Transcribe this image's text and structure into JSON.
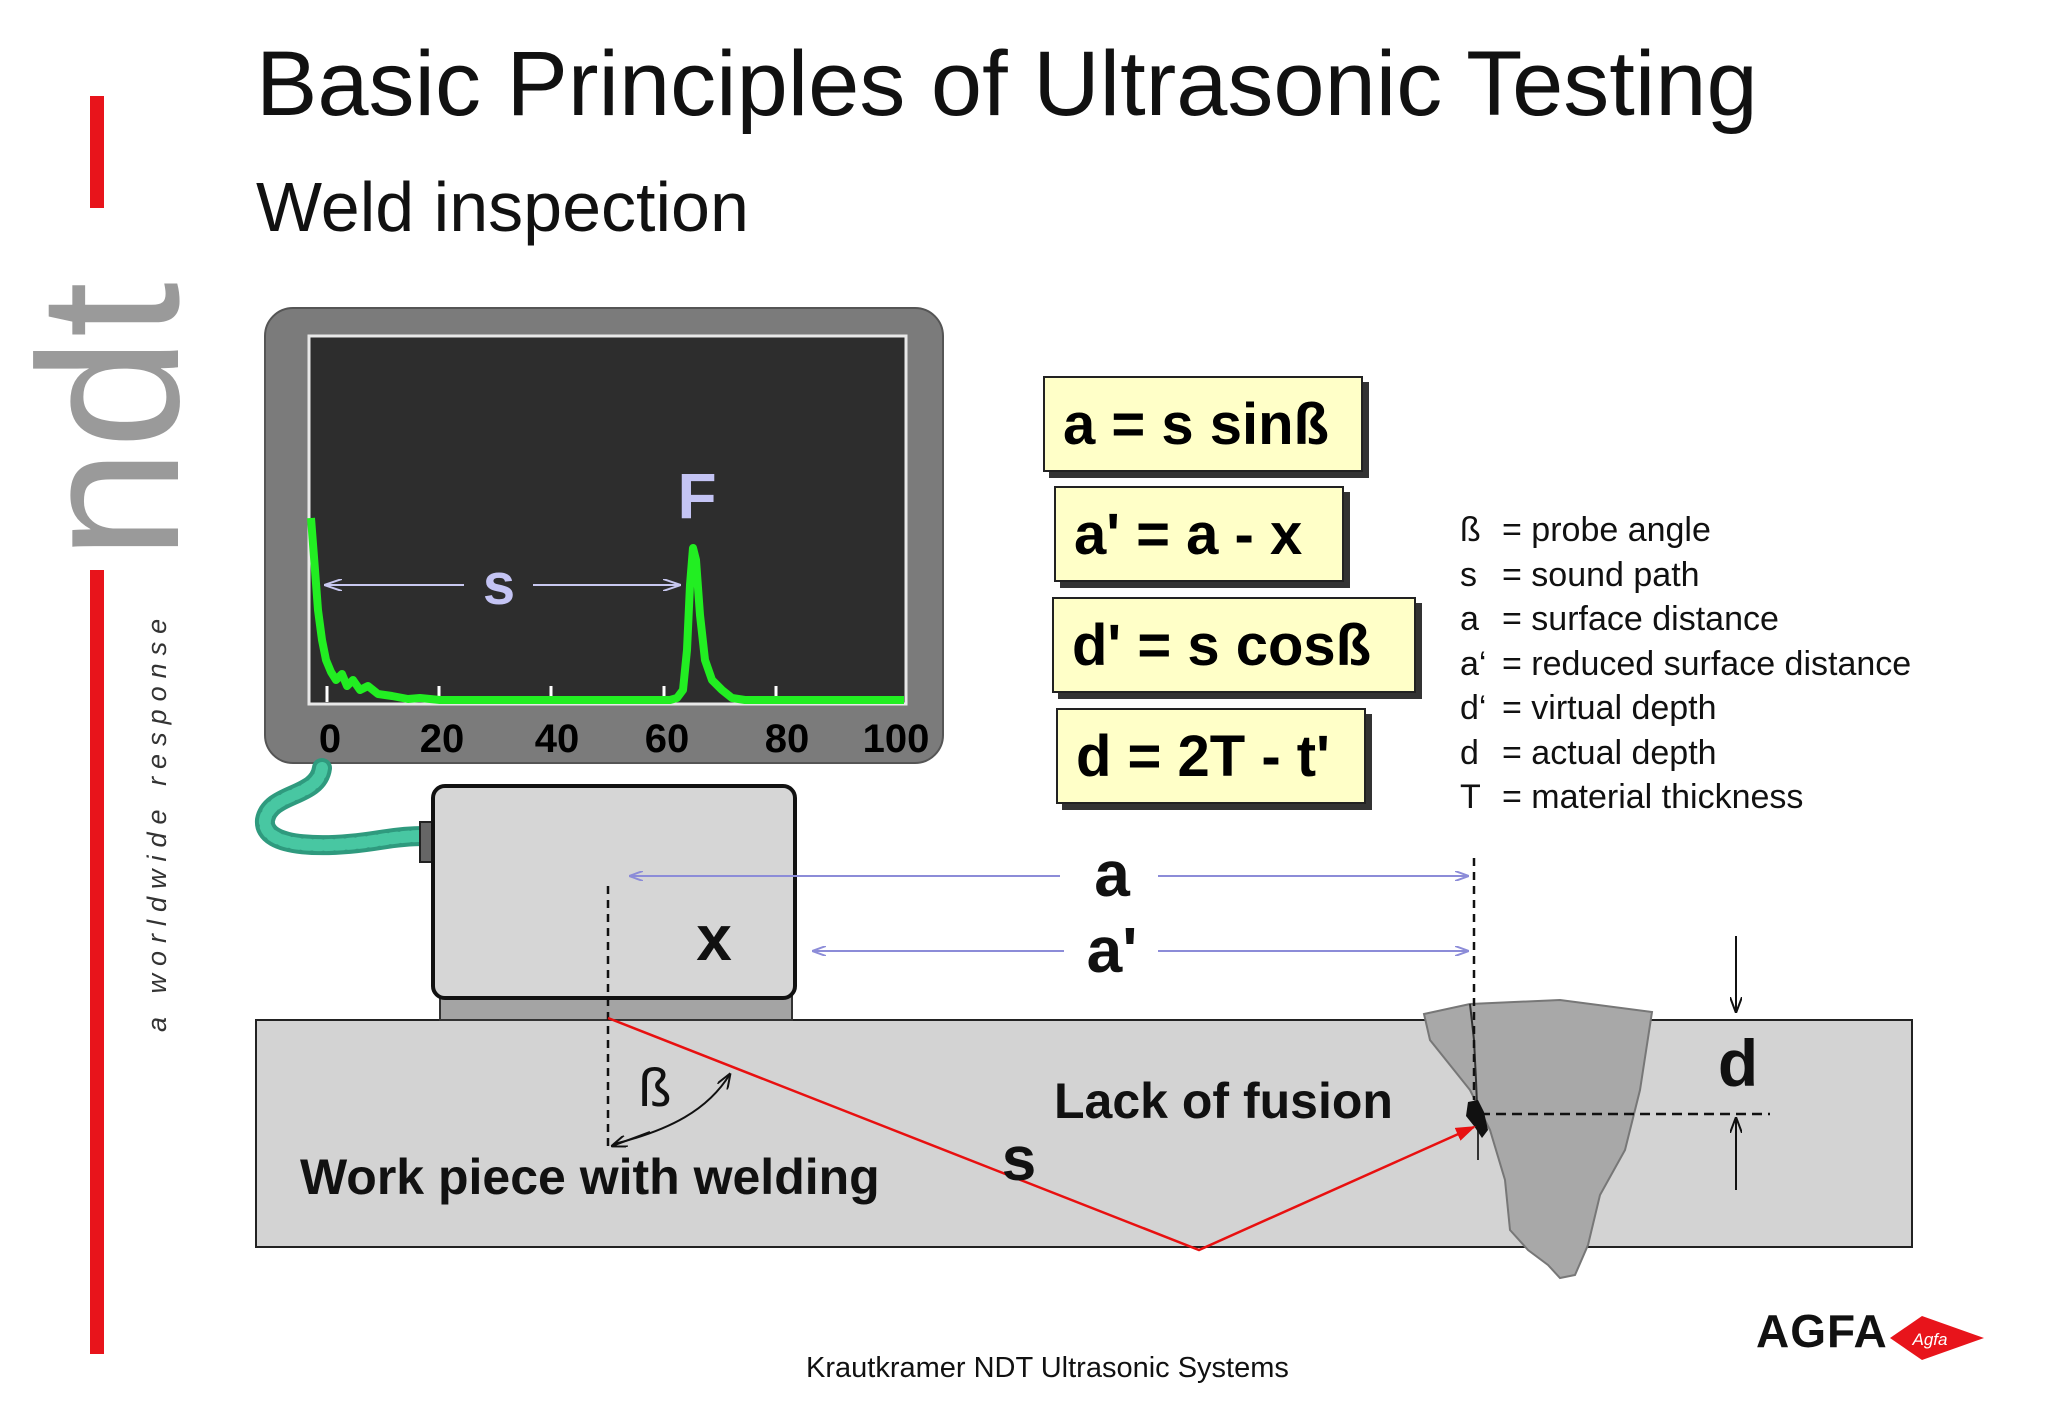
{
  "slide": {
    "title": "Basic Principles of Ultrasonic Testing",
    "subtitle": "Weld inspection",
    "footer": "Krautkramer NDT Ultrasonic Systems"
  },
  "brand": {
    "side_logo": "ndt",
    "tagline": "a worldwide response",
    "company": "AGFA",
    "company_badge": "Agfa",
    "colors": {
      "accent_red": "#e8141b",
      "logo_gray": "#9a9a9a",
      "agfa_red": "#e8141b"
    }
  },
  "screen": {
    "peak_label": "F",
    "path_label": "s",
    "axis_ticks": [
      "0",
      "20",
      "40",
      "60",
      "80",
      "100"
    ],
    "trace_color": "#22ee22"
  },
  "formulas": [
    "a = s sinß",
    "a' = a - x",
    "d' = s cosß",
    "d = 2T - t'"
  ],
  "legend": [
    {
      "symbol": "ß",
      "meaning": "= probe angle"
    },
    {
      "symbol": "s",
      "meaning": "= sound path"
    },
    {
      "symbol": "a",
      "meaning": "= surface distance"
    },
    {
      "symbol": "a‘",
      "meaning": "= reduced surface distance"
    },
    {
      "symbol": "d‘",
      "meaning": "= virtual depth"
    },
    {
      "symbol": "d",
      "meaning": "= actual depth"
    },
    {
      "symbol": "T",
      "meaning": "= material thickness"
    }
  ],
  "diagram": {
    "label_a": "a",
    "label_a_prime": "a'",
    "label_x": "x",
    "label_beta": "ß",
    "label_s": "s",
    "label_d": "d",
    "label_defect": "Lack of fusion",
    "label_workpiece": "Work piece with welding"
  }
}
